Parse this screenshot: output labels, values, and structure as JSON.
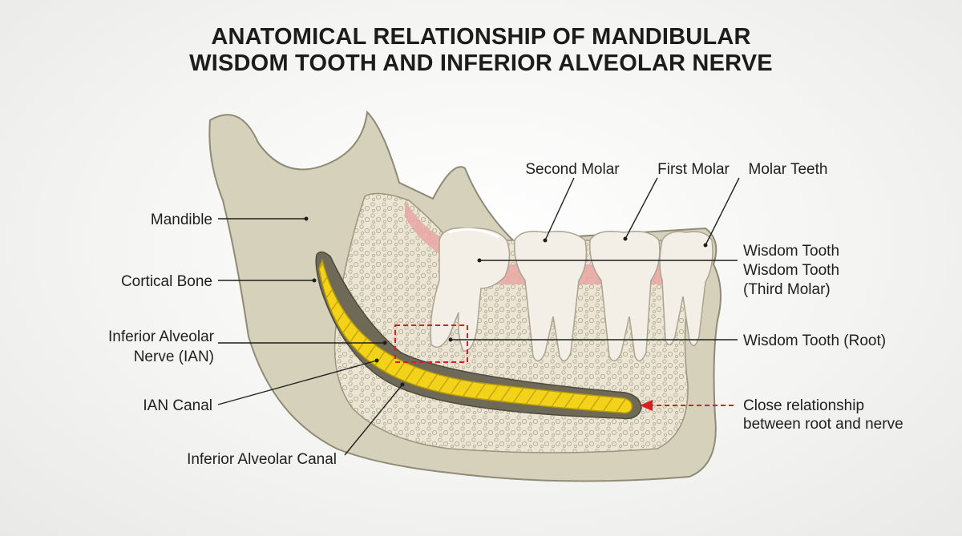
{
  "title": {
    "line1": "ANATOMICAL RELATIONSHIP OF MANDIBULAR",
    "line2": "WISDOM TOOTH AND INFERIOR ALVEOLAR NERVE"
  },
  "labels": {
    "mandible": "Mandible",
    "cortical_bone": "Cortical Bone",
    "ian_line1": "Inferior Alveolar",
    "ian_line2": "Nerve (IAN)",
    "ian_canal": "IAN Canal",
    "inferior_alveolar_canal": "Inferior Alveolar Canal",
    "second_molar": "Second Molar",
    "first_molar": "First Molar",
    "molar_teeth": "Molar Teeth",
    "wisdom_tooth": "Wisdom Tooth",
    "wisdom_tooth_2": "Wisdom Tooth",
    "third_molar": "(Third Molar)",
    "wisdom_tooth_root": "Wisdom Tooth (Root)",
    "close_rel_line1": "Close relationship",
    "close_rel_line2": "between root and nerve"
  },
  "colors": {
    "bone": "#d8d3be",
    "cancellous": "#e9e3d1",
    "nerve": "#f2d31a",
    "gum": "#e9a7a4",
    "tooth": "#f3efe6",
    "highlight": "#d62020"
  }
}
